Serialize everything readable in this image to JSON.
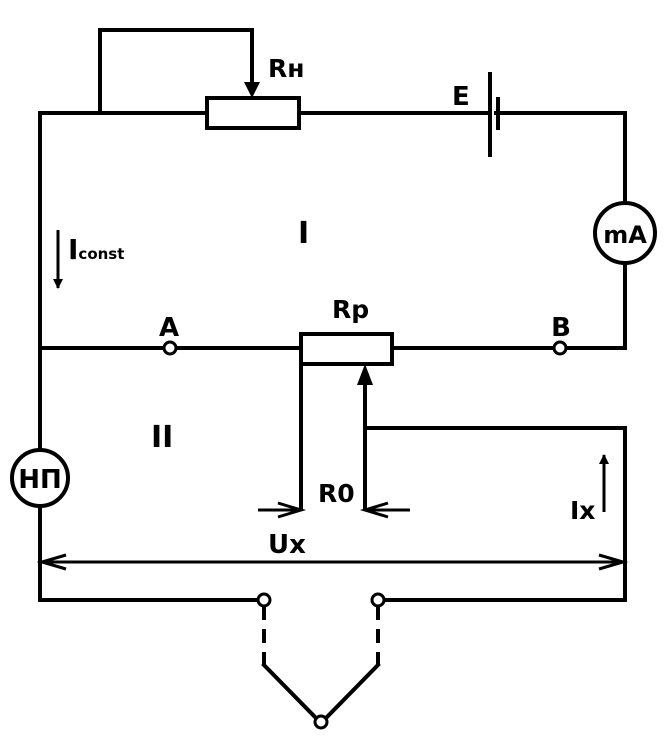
{
  "labels": {
    "r_n": "Rн",
    "e": "E",
    "loop_one": "I",
    "i_const_main": "I",
    "i_const_sub": "const",
    "ma": "mA",
    "a": "A",
    "r_p": "Rр",
    "b": "B",
    "loop_two": "II",
    "np": "НП",
    "r_zero": "R0",
    "i_x": "Ix",
    "u_x": "Ux"
  }
}
